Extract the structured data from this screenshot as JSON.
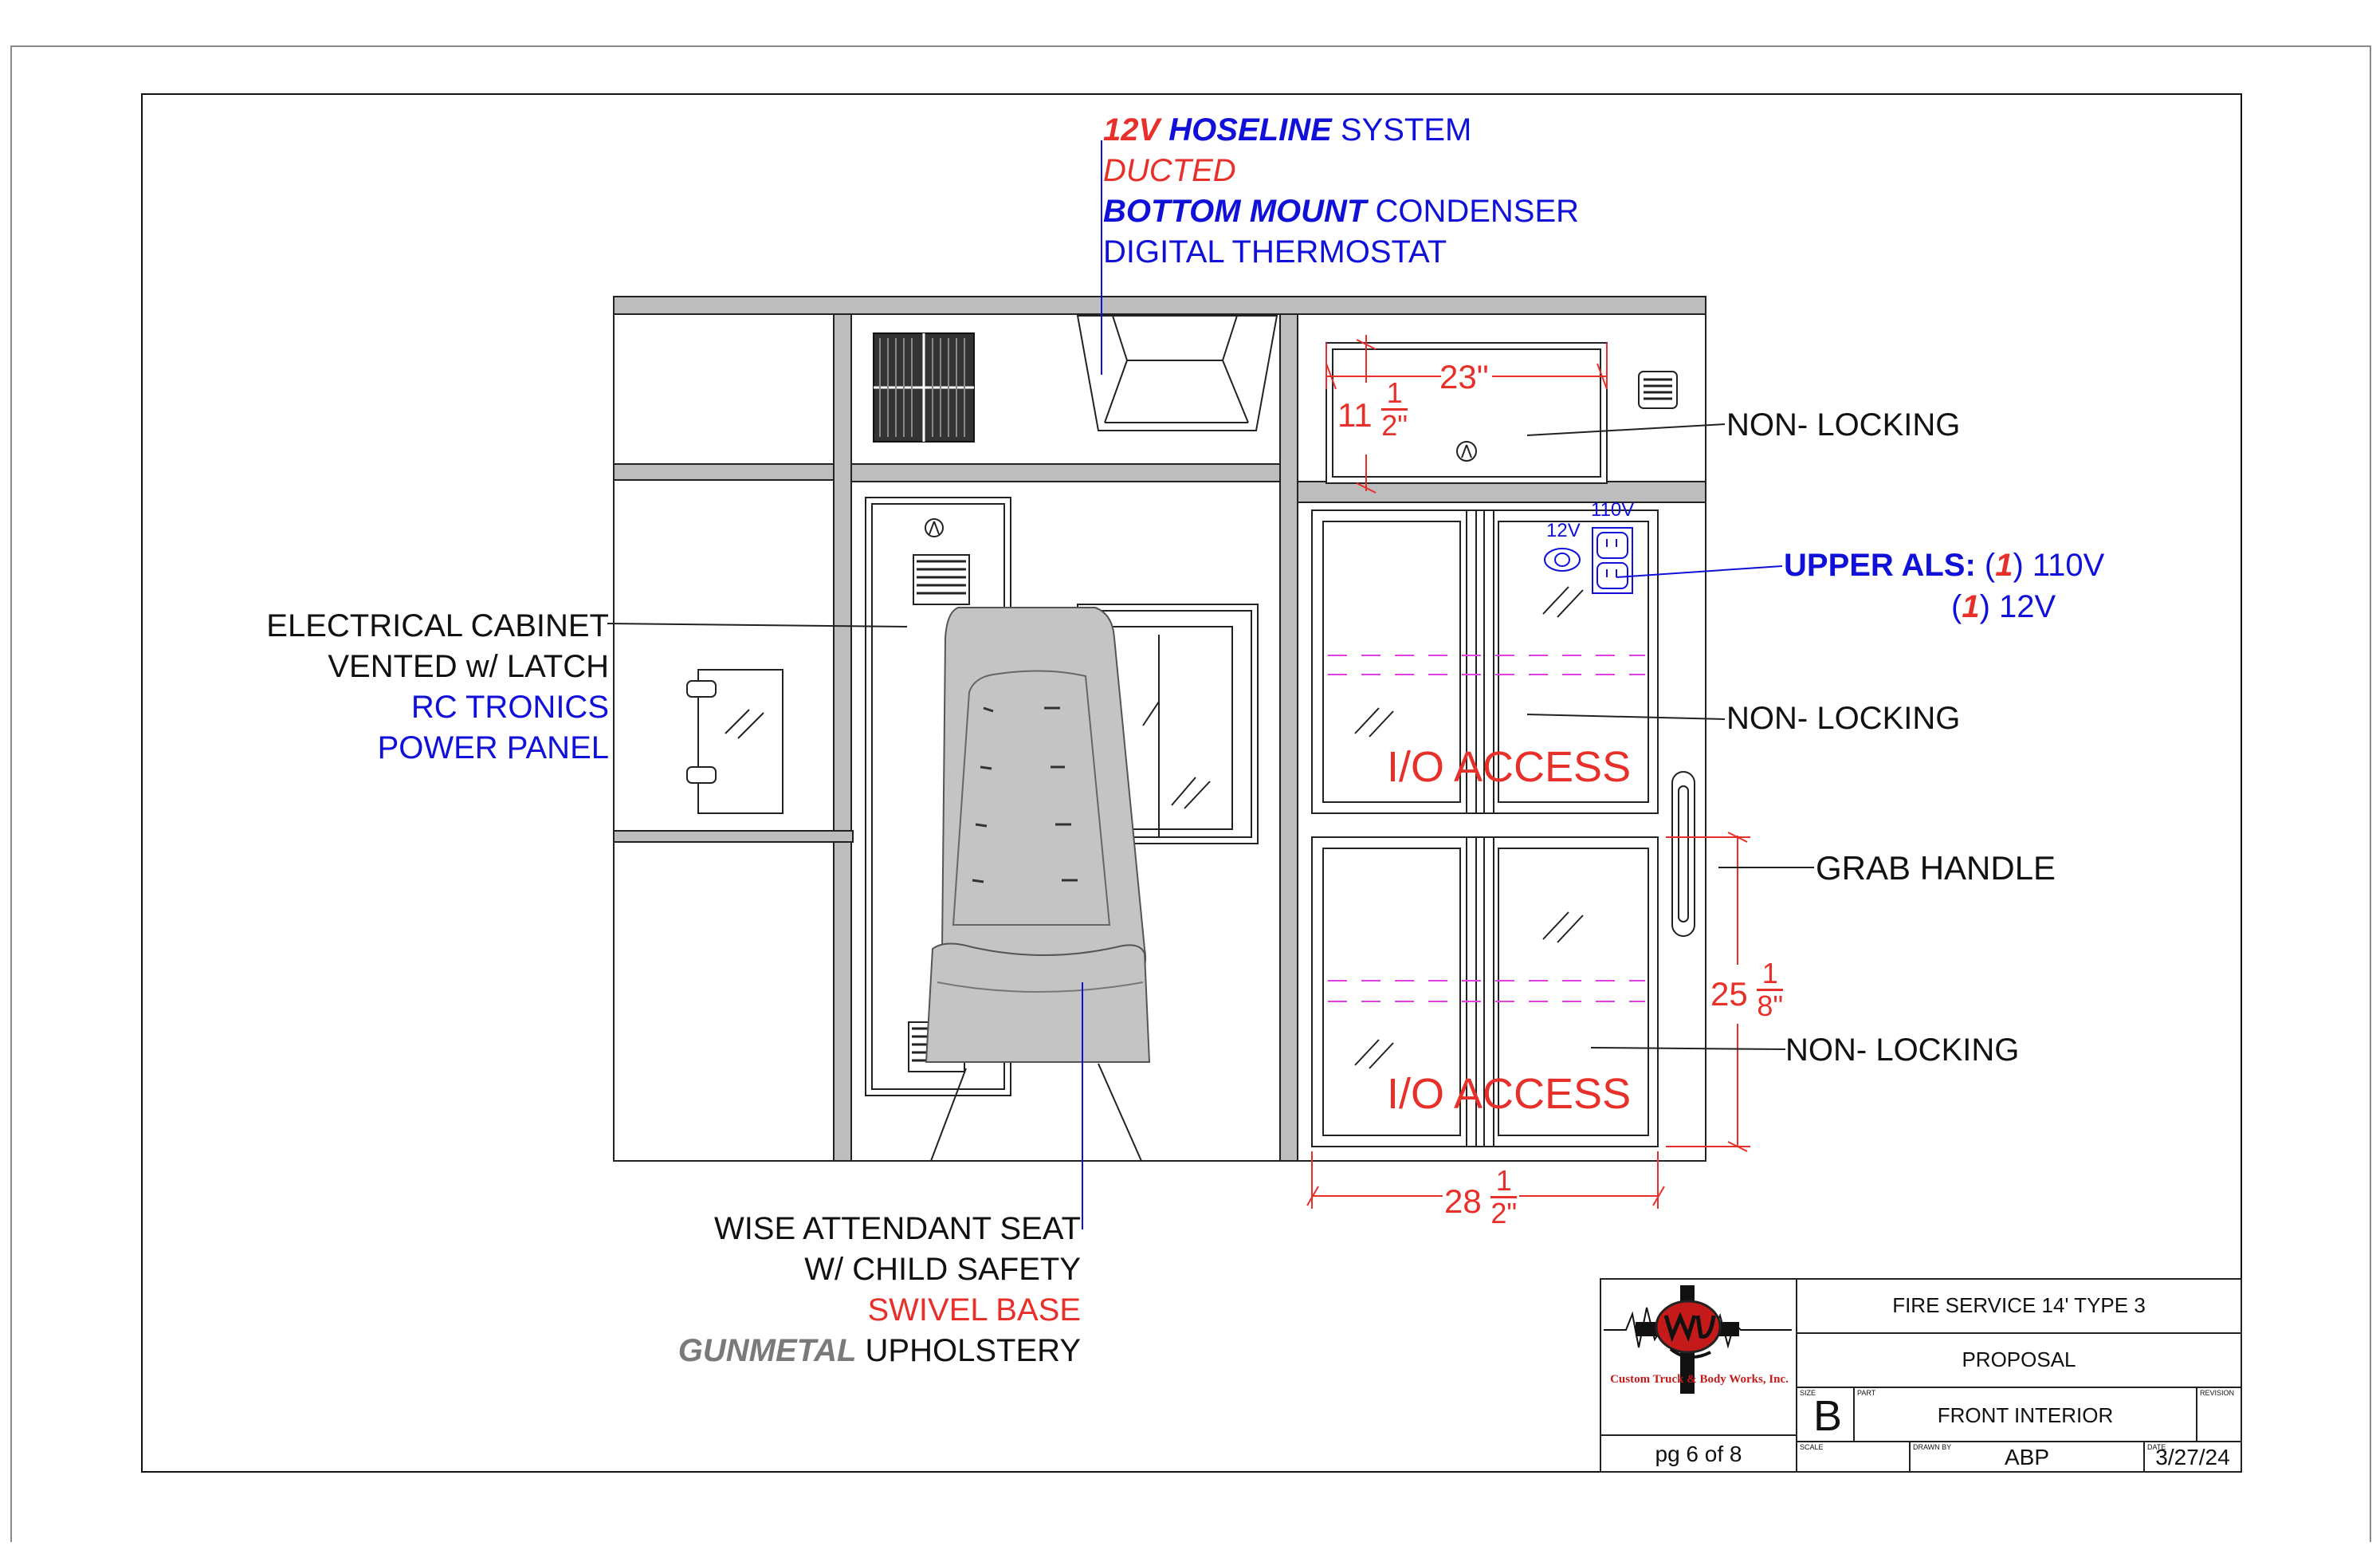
{
  "hvac": {
    "line1_a": "12V",
    "line1_b": "HOSELINE",
    "line1_c": "SYSTEM",
    "line2": "DUCTED",
    "line3_a": "BOTTOM MOUNT",
    "line3_b": "CONDENSER",
    "line4": "DIGITAL THERMOSTAT"
  },
  "electrical": {
    "line1": "ELECTRICAL CABINET",
    "line2": "VENTED w/ LATCH",
    "line3": "RC TRONICS",
    "line4": "POWER PANEL"
  },
  "seat": {
    "line1": "WISE ATTENDANT SEAT",
    "line2": "W/ CHILD SAFETY",
    "line3": "SWIVEL BASE",
    "line4_a": "GUNMETAL",
    "line4_b": "UPHOLSTERY"
  },
  "callouts": {
    "non_locking_top": "NON- LOCKING",
    "non_locking_mid": "NON- LOCKING",
    "non_locking_bot": "NON- LOCKING",
    "grab_handle": "GRAB HANDLE",
    "upper_als_title": "UPPER ALS:",
    "upper_als_q1_open": "(",
    "upper_als_q1_num": "1",
    "upper_als_q1_close": ") 110V",
    "upper_als_q2_open": "(",
    "upper_als_q2_num": "1",
    "upper_als_q2_close": ") 12V",
    "io_access_upper": "I/O ACCESS",
    "io_access_lower": "I/O ACCESS",
    "label_12v": "12V",
    "label_110v": "110V"
  },
  "dimensions": {
    "cab_width_main": "23\"",
    "cab_height_whole": "11",
    "cab_height_num": "1",
    "cab_height_den": "2\"",
    "door_height_whole": "25",
    "door_height_num": "1",
    "door_height_den": "8\"",
    "door_width_whole": "28",
    "door_width_num": "1",
    "door_width_den": "2\""
  },
  "title_block": {
    "logo_text": "Custom Truck & Body Works, Inc.",
    "project": "FIRE SERVICE 14' TYPE 3",
    "status": "PROPOSAL",
    "size_label": "SIZE",
    "size": "B",
    "part_label": "PART",
    "part": "FRONT INTERIOR",
    "revision_label": "REVISION",
    "page": "pg 6 of 8",
    "scale_label": "SCALE",
    "drawn_by_label": "DRAWN BY",
    "drawn_by": "ABP",
    "date_label": "DATE",
    "date": "3/27/24"
  },
  "colors": {
    "red": "#e8302a",
    "blue": "#1010d8",
    "magenta": "#e040e0",
    "seat_gray": "#c4c4c4",
    "frame_gray": "#bdbdbd"
  }
}
